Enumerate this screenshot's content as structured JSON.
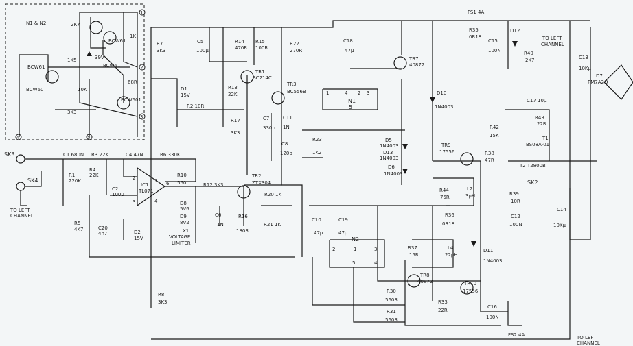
{
  "labels": {
    "module": "N1 & N2",
    "r_2k7": "2K7",
    "q_bcw61a": "BCW61",
    "r_1k": "1K",
    "z_39v": "39V",
    "q_bcw61b": "BCW61",
    "r_1k5": "1K5",
    "q_bcw60": "BCW60",
    "r_10k": "10K",
    "r_68r": "68R",
    "q_bcw601": "BCW601",
    "r_3k3": "3K3",
    "pin1": "1",
    "pin2": "2",
    "pin3": "3",
    "pin4": "4",
    "pin5": "5",
    "sk3": "SK3",
    "sk4": "SK4",
    "to_left1": "TO LEFT",
    "channel1": "CHANNEL",
    "c1": "C1 680N",
    "r3": "R3 22K",
    "c4": "C4 47N",
    "r6": "R6 330K",
    "r1": "R1",
    "r1v": "220K",
    "r4": "R4",
    "r4v": "22K",
    "c2": "C2",
    "c2v": "100μ",
    "ic1": "IC1",
    "ic1v": "TL071",
    "ic_p2": "2",
    "ic_p3": "3",
    "ic_p7": "7",
    "ic_p4": "4",
    "ic_p6": "6",
    "r5": "R5",
    "r5v": "4K7",
    "c20": "C20",
    "c20v": "4n7",
    "d2": "D2",
    "d2v": "15V",
    "r7": "R7",
    "r7v": "3K3",
    "d1": "D1",
    "d1v": "15V",
    "r2": "R2 10R",
    "c5": "C5",
    "c5v": "100μ",
    "r14": "R14",
    "r14v": "470R",
    "r15": "R15",
    "r15v": "100R",
    "r22": "R22",
    "r22v": "270R",
    "tr1": "TR1",
    "tr1v": "BC214C",
    "r13": "R13",
    "r13v": "22K",
    "tr3": "TR3",
    "tr3v": "BC556B",
    "r17": "R17",
    "r17v": "3K3",
    "c7": "C7",
    "c7v": "330p",
    "c11": "C11",
    "c11v": "1N",
    "c8": "C8",
    "c8v": "120p",
    "r23": "R23",
    "r23v": "1K2",
    "r10": "R10",
    "r10v": "560",
    "r12": "R12 3K3",
    "tr2": "TR2",
    "tr2v": "ZTX304",
    "d8": "D8",
    "d8v": "5V6",
    "d9": "D9",
    "d9v": "8V2",
    "x1": "X1",
    "vl1": "VOLTAGE",
    "vl2": "LIMITER",
    "c6": "C6",
    "c6v": "1N",
    "r16": "R16",
    "r16v": "180R",
    "r20": "R20 1K",
    "r21": "R21 1K",
    "c18": "C18",
    "c18v": "47μ",
    "n1": "N1",
    "n1_5": "5",
    "n1_p1": "1",
    "n1_p4": "4",
    "n1_p2": "2",
    "n1_p3": "3",
    "tr7": "TR7",
    "tr7v": "40872",
    "fs1": "FS1 4A",
    "r35": "R35",
    "r35v": "0R18",
    "c15": "C15",
    "c15v": "100N",
    "d12": "D12",
    "r40": "R40",
    "r40v": "2K7",
    "to_left2": "TO LEFT",
    "channel2": "CHANNEL",
    "c13": "C13",
    "c13v": "10Kμ",
    "d7": "D7",
    "d7v": "PM7A2Q",
    "d10": "D10",
    "d10v": "1N4003",
    "d5": "D5",
    "d5v": "1N4003",
    "d13": "D13",
    "d13v": "1N4003",
    "d6": "D6",
    "d6v": "1N4003",
    "tr9": "TR9",
    "tr9v": "17556",
    "r38": "R38",
    "r38v": "47R",
    "r42": "R42",
    "r42v": "15K",
    "c17": "C17 10μ",
    "r43": "R43",
    "r43v": "22R",
    "t1": "T1",
    "t1v": "BS08A-01",
    "t2": "T2 T2800B",
    "sk2": "SK2",
    "r44": "R44",
    "r44v": "75R",
    "l2": "L2",
    "l2v": "3μH",
    "r39": "R39",
    "r39v": "10R",
    "c12": "C12",
    "c12v": "100N",
    "c14": "C14",
    "c14v": "10Kμ",
    "c10": "C10",
    "c10v": "47μ",
    "c19": "C19",
    "c19v": "47μ",
    "r36": "R36",
    "r36v": "0R18",
    "n2": "N2",
    "n2_2": "2",
    "n2_1": "1",
    "n2_3": "3",
    "n2_5": "5",
    "n2_4": "4",
    "r37": "R37",
    "r37v": "15R",
    "l4": "L4",
    "l4v": "22μH",
    "d11": "D11",
    "d11v": "1N4003",
    "tr8": "TR8",
    "tr8v": "40872",
    "tr10": "TR10",
    "tr10v": "17556",
    "r30": "R30",
    "r30v": "560R",
    "r31": "R31",
    "r31v": "560R",
    "r33": "R33",
    "r33v": "22R",
    "c16": "C16",
    "c16v": "100N",
    "r8": "R8",
    "r8v": "3K3",
    "fs2": "FS2 4A",
    "to_left3": "TO LEFT",
    "channel3": "CHANNEL"
  }
}
